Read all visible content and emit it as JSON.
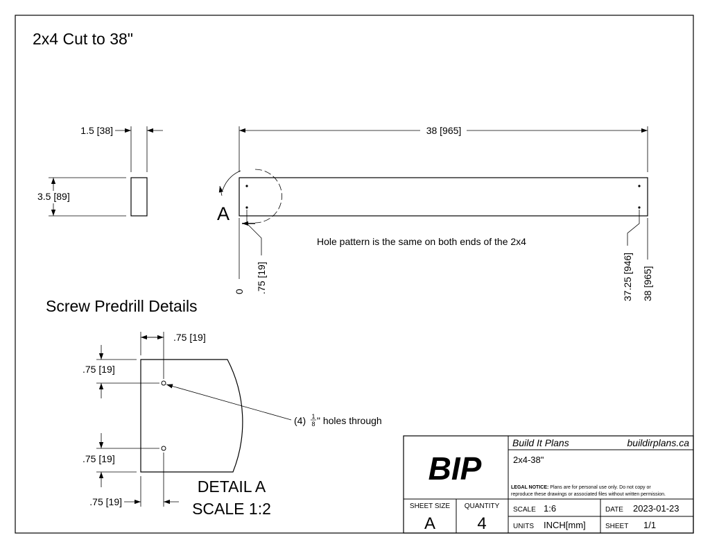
{
  "title": "2x4 Cut to 38\"",
  "section_title": "Screw Predrill Details",
  "end_view": {
    "width_dim": "1.5 [38]",
    "height_dim": "3.5 [89]"
  },
  "side_view": {
    "length_dim": "38 [965]",
    "detail_callout": "A",
    "note": "Hole pattern is the same on both ends of the 2x4",
    "ordinates": [
      "0",
      ".75 [19]",
      "37.25 [946]",
      "38 [965]"
    ]
  },
  "detail": {
    "dims": [
      ".75 [19]",
      ".75 [19]",
      ".75 [19]",
      ".75 [19]"
    ],
    "hole_note_prefix": "(4)",
    "hole_frac_num": "1",
    "hole_frac_den": "8",
    "hole_note_suffix": "\" holes through",
    "label": "DETAIL A",
    "scale": "SCALE 1:2"
  },
  "title_block": {
    "logo": "BIP",
    "company": "Build It Plans",
    "website": "buildirplans.ca",
    "drawing_name": "2x4-38\"",
    "legal_label": "LEGAL NOTICE:",
    "legal_text_1": "Plans are for personal use only. Do not copy or",
    "legal_text_2": "reproduce these drawings or associated files without written permission.",
    "sheet_size_label": "SHEET SIZE",
    "sheet_size": "A",
    "quantity_label": "QUANTITY",
    "quantity": "4",
    "scale_label": "SCALE",
    "scale": "1:6",
    "date_label": "DATE",
    "date": "2023-01-23",
    "units_label": "UNITS",
    "units": "INCH[mm]",
    "sheet_label": "SHEET",
    "sheet": "1/1"
  }
}
